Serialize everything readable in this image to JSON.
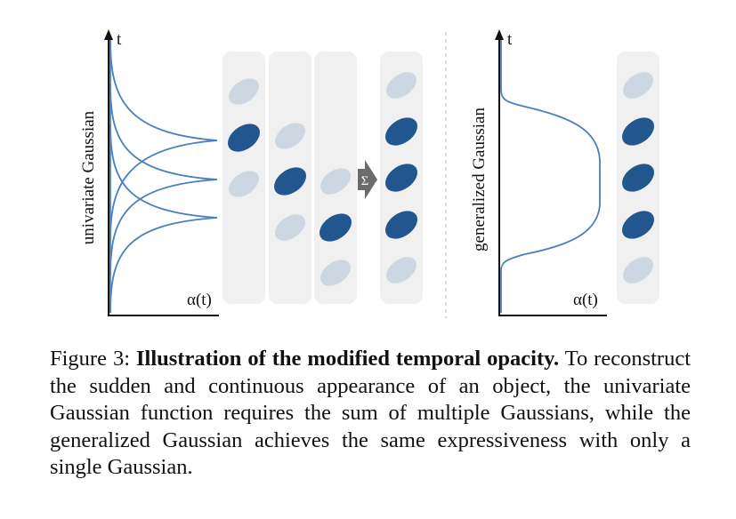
{
  "figure": {
    "left_panel": {
      "axis_t_label": "t",
      "axis_x_label": "α(t)",
      "ylabel": "univariate Gaussian",
      "sum_symbol": "Σ"
    },
    "right_panel": {
      "axis_t_label": "t",
      "axis_x_label": "α(t)",
      "ylabel": "generalized Gaussian"
    },
    "colors": {
      "curve": "#4a7fbd",
      "active": "#22568f",
      "inactive": "#ccd7e2",
      "column_bg": "#f0f0f0",
      "arrow": "#6b6b6b"
    }
  },
  "caption": {
    "lead": "Figure 3: ",
    "title": "Illustration of the modified temporal opacity.",
    "body": " To reconstruct the sudden and continuous appearance of an object, the univariate Gaussian function requires the sum of multiple Gaussians, while the generalized Gaussian achieves the same expressiveness with only a single Gaussian."
  }
}
